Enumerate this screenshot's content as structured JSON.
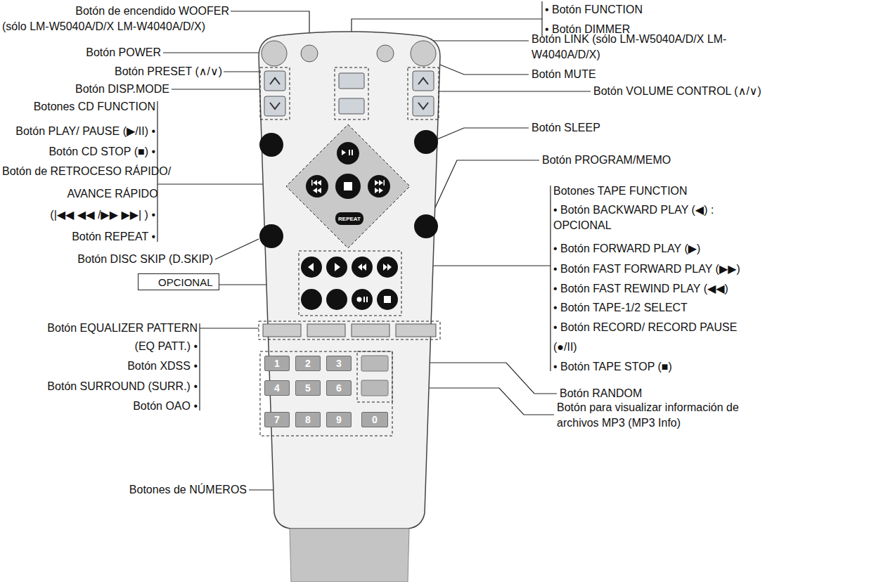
{
  "diagram": {
    "nodes": [
      {
        "text": [
          "OPCIONAL"
        ]
      },
      {
        "text": [
          "1"
        ]
      },
      {
        "text": [
          "2"
        ]
      },
      {
        "text": [
          "3"
        ]
      },
      {
        "text": [
          "4"
        ]
      },
      {
        "text": [
          "5"
        ]
      },
      {
        "text": [
          "6"
        ]
      },
      {
        "text": [
          "7"
        ]
      },
      {
        "text": [
          "8"
        ]
      },
      {
        "text": [
          "9"
        ]
      },
      {
        "text": [
          "0"
        ]
      },
      {
        "text": [
          "REPEAT"
        ]
      }
    ],
    "labels": [
      "Botón de encendido WOOFER",
      "(sólo LM-W5040A/D/X LM-W4040A/D/X)",
      "Botón POWER",
      "Botón PRESET (∧/∨)",
      "Botón DISP.MODE",
      "Botones CD FUNCTION",
      "Botón PLAY/ PAUSE (▶/II) •",
      "Botón CD STOP (■) •",
      "Botón de RETROCESO RÁPIDO/",
      "AVANCE RÁPIDO",
      "(|◀◀ ◀◀ /▶▶ ▶▶| ) •",
      "Botón REPEAT •",
      "Botón DISC SKIP (D.SKIP)",
      "Botón EQUALIZER PATTERN",
      "(EQ PATT.) •",
      "Botón XDSS •",
      "Botón SURROUND (SURR.) •",
      "Botón OAO •",
      "Botones de NÚMEROS",
      "• Botón FUNCTION",
      "• Botón DIMMER",
      "Botón LINK (sólo LM-W5040A/D/X LM-W4040A/D/X)",
      "Botón MUTE",
      "Botón VOLUME CONTROL (∧/∨)",
      "Botón SLEEP",
      "Botón PROGRAM/MEMO",
      "Botones TAPE FUNCTION",
      "• Botón BACKWARD PLAY (◀) : OPCIONAL",
      "• Botón FORWARD PLAY (▶)",
      "• Botón FAST FORWARD PLAY (▶▶)",
      "• Botón FAST REWIND PLAY (◀◀)",
      "• Botón TAPE-1/2 SELECT",
      "• Botón RECORD/ RECORD PAUSE (●/II)",
      "• Botón TAPE STOP (■)",
      "Botón RANDOM",
      "Botón para visualizar información de archivos MP3 (MP3 Info)"
    ]
  }
}
